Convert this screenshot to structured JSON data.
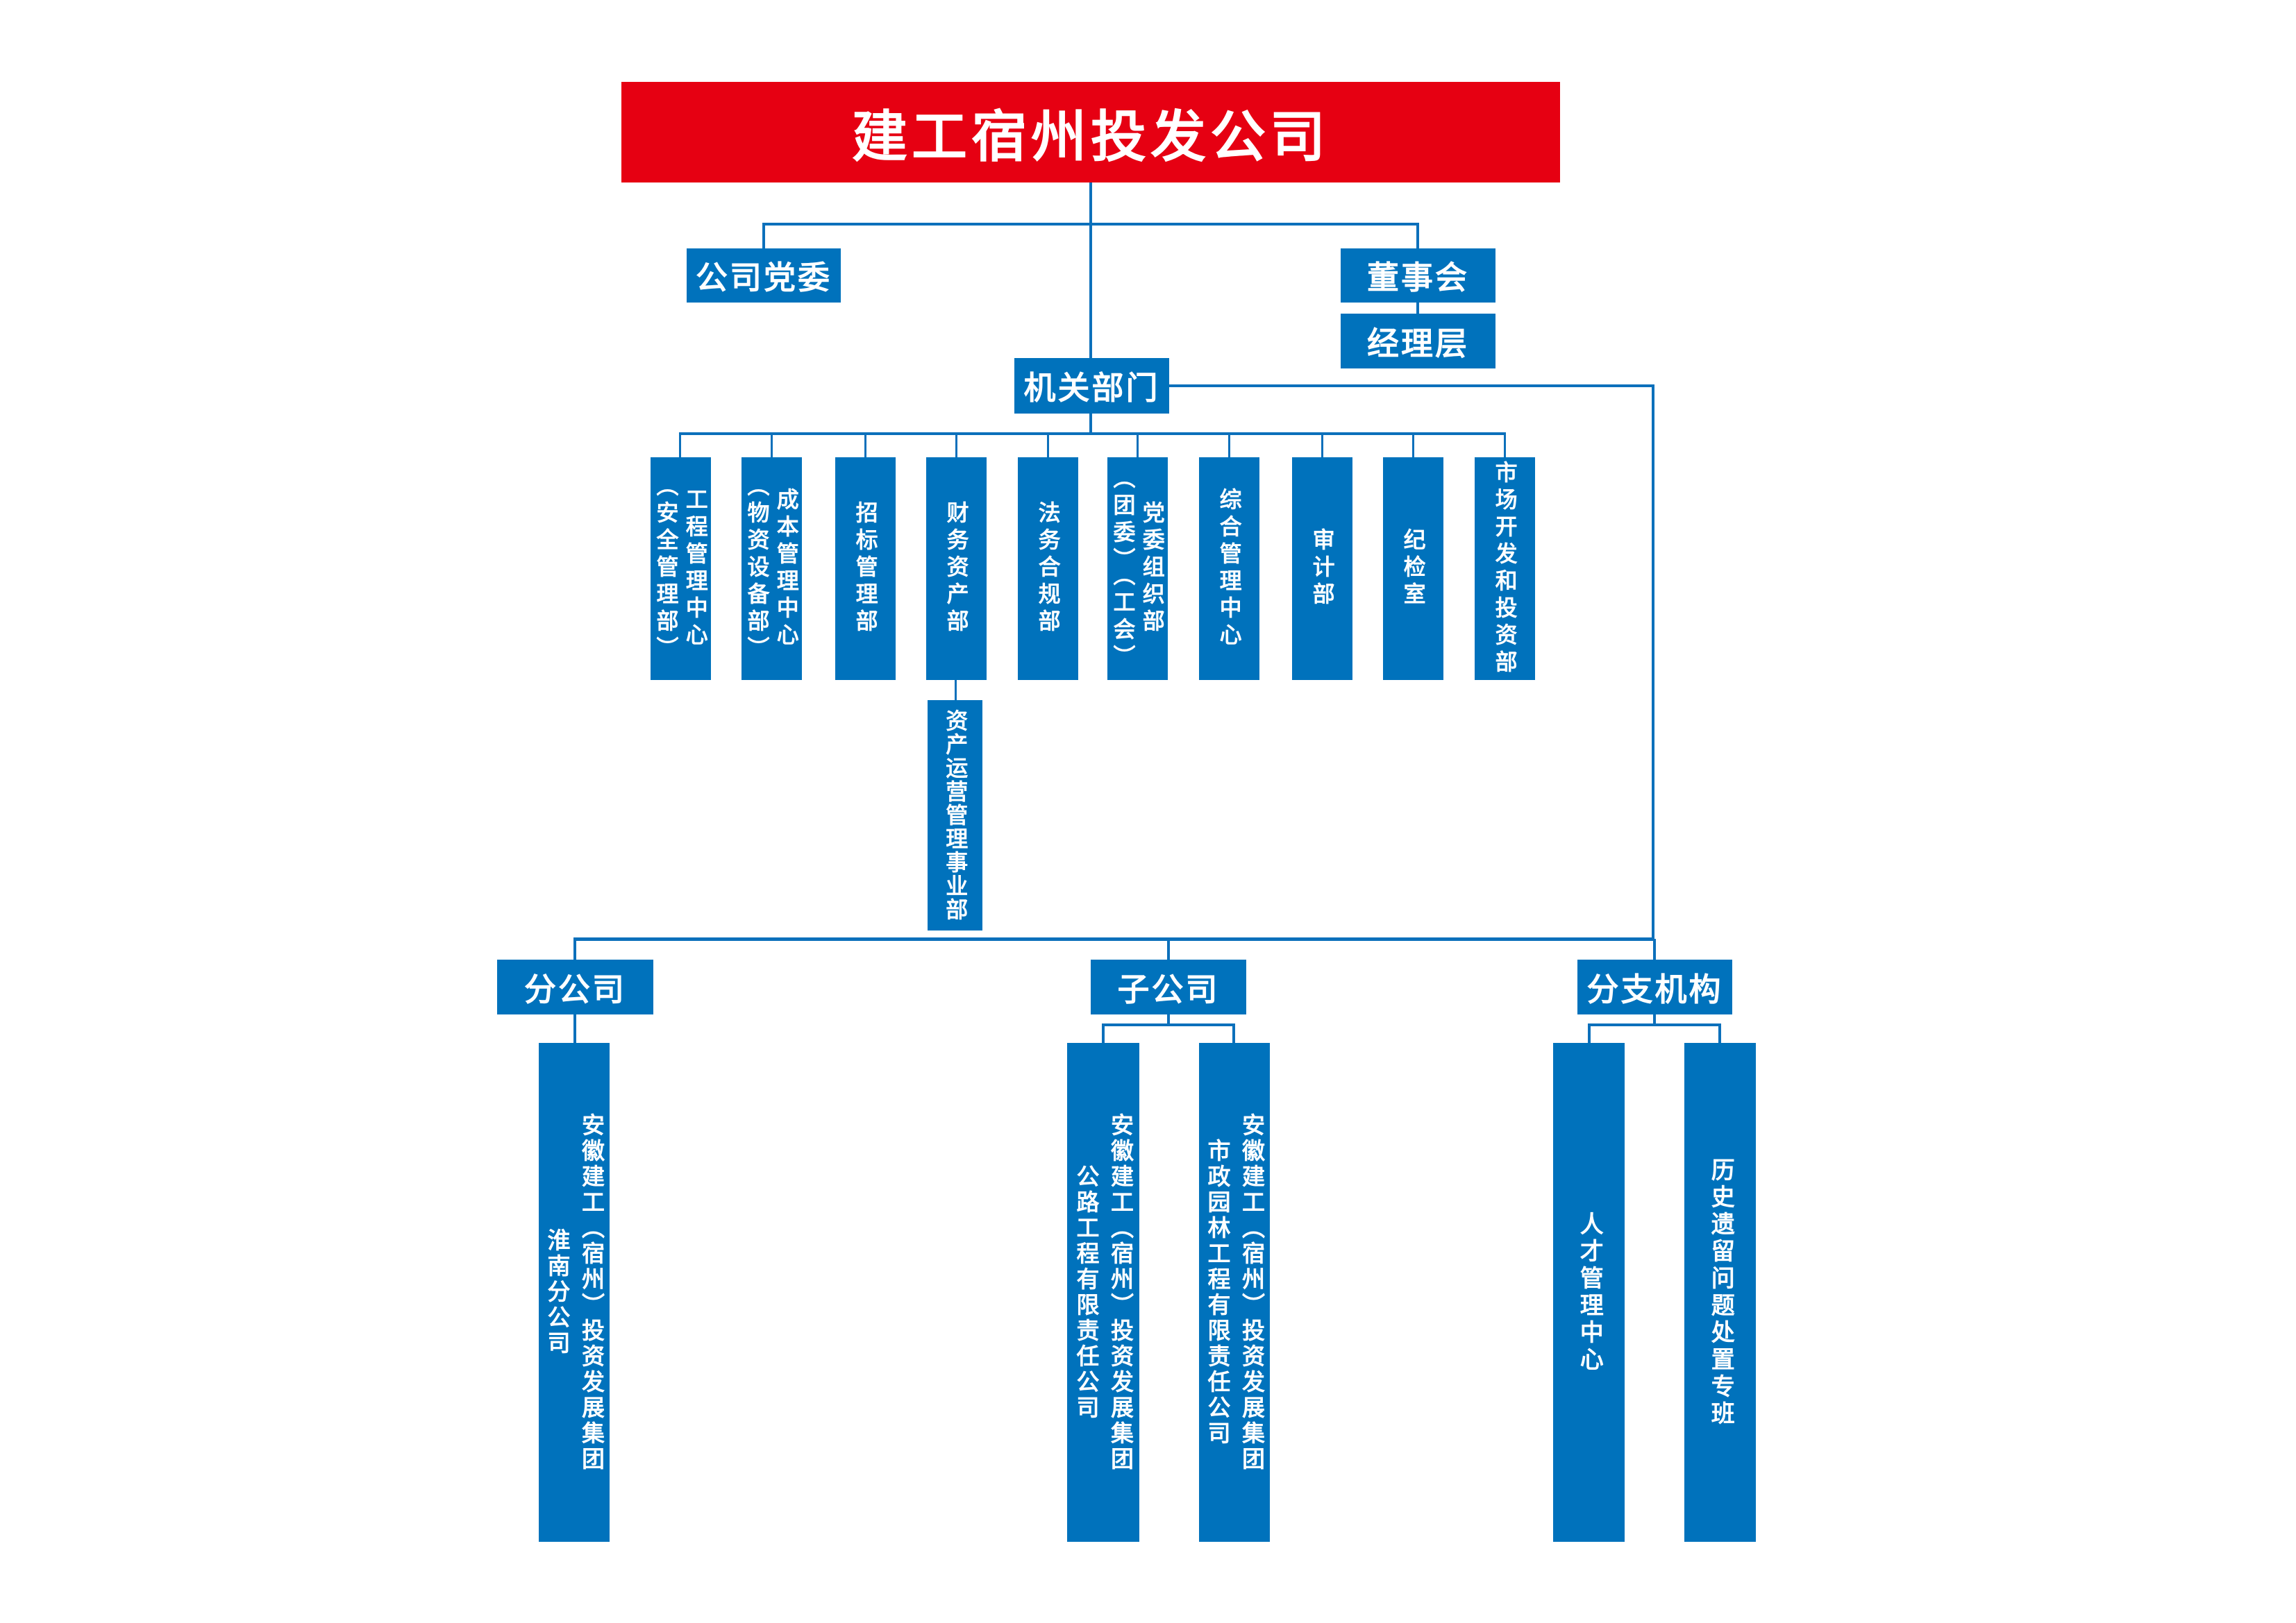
{
  "colors": {
    "red": "#e60012",
    "blue": "#0072bc",
    "line": "#0c70bb",
    "white": "#ffffff"
  },
  "root": {
    "label": "建工宿州投发公司"
  },
  "leadership": {
    "party_committee": {
      "label": "公司党委"
    },
    "board": {
      "label": "董事会"
    },
    "management": {
      "label": "经理层"
    },
    "hq": {
      "label": "机关部门"
    }
  },
  "departments": [
    {
      "label": "工程管理中心\n（安全管理部）"
    },
    {
      "label": "成本管理中心\n（物资设备部）"
    },
    {
      "label": "招标管理部"
    },
    {
      "label": "财务资产部"
    },
    {
      "label": "法务合规部"
    },
    {
      "label": "党委组织部\n（团委）（工会）"
    },
    {
      "label": "综合管理中心"
    },
    {
      "label": "审计部"
    },
    {
      "label": "纪检室"
    },
    {
      "label": "市场开发和投资部"
    }
  ],
  "asset_division": {
    "label": "资产运营管理事业部"
  },
  "branches": [
    {
      "label": "分公司",
      "children": [
        {
          "label": "安徽建工（宿州）投资发展集团\n淮南分公司"
        }
      ]
    },
    {
      "label": "子公司",
      "children": [
        {
          "label": "安徽建工（宿州）投资发展集团\n公路工程有限责任公司"
        },
        {
          "label": "安徽建工（宿州）投资发展集团\n市政园林工程有限责任公司"
        }
      ]
    },
    {
      "label": "分支机构",
      "children": [
        {
          "label": "人才管理中心"
        },
        {
          "label": "历史遗留问题处置专班"
        }
      ]
    }
  ]
}
